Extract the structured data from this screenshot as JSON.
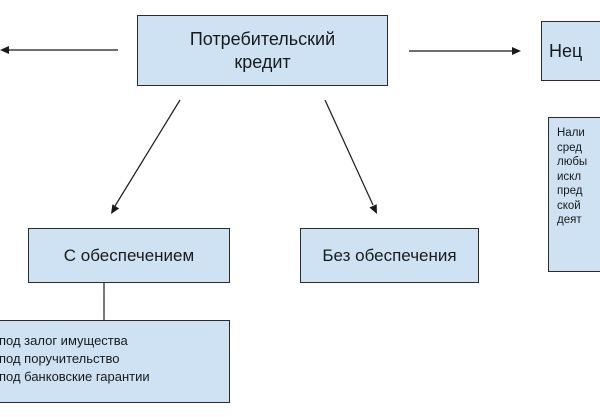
{
  "nodes": {
    "main": {
      "line1": "Потребительский",
      "line2": "кредит"
    },
    "right_top": "Нец",
    "secured": "С обеспечением",
    "unsecured": "Без обеспечения",
    "secured_list": [
      "под залог имущества",
      "под поручительство",
      "под банковские гарантии"
    ],
    "right_note_lines": [
      "Нали",
      "сред",
      "любы",
      "искл",
      "пред",
      "ской",
      "деят"
    ]
  }
}
